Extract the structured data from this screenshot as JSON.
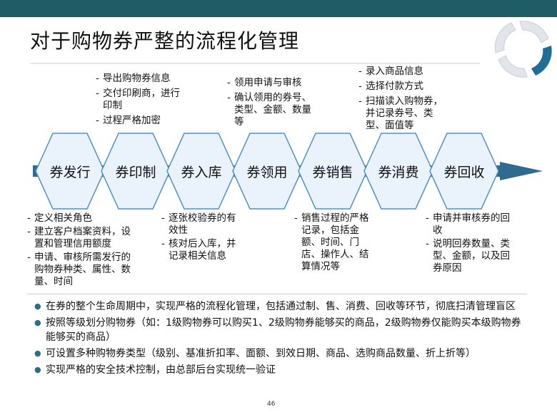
{
  "title": "对于购物券严整的流程化管理",
  "page_number": "46",
  "stages": [
    "券发行",
    "券印制",
    "券入库",
    "券领用",
    "券销售",
    "券消费",
    "券回收"
  ],
  "top_notes": {
    "printing": [
      "导出购物券信息",
      "交付印刷商，进行印制",
      "过程严格加密"
    ],
    "requisition": [
      "领用申请与审核",
      "确认领用的券号、类型、金额、数量等"
    ],
    "consumption": [
      "录入商品信息",
      "选择付款方式",
      "扫描读入购物券，并记录券号、类型、面值等"
    ]
  },
  "bottom_notes": {
    "issuance": [
      "定义相关角色",
      "建立客户档案资料，设置和管理信用额度",
      "申请、审核所需发行的购物券种类、属性、数量、时间"
    ],
    "storage": [
      "逐张校验券的有效性",
      "核对后入库，并记录相关信息"
    ],
    "sales": [
      "销售过程的严格记录，包括金额、时间、门店、操作人、结算情况等"
    ],
    "recovery": [
      "申请并审核券的回收",
      "说明回券数量、类型、金额，以及回券原因"
    ]
  },
  "bullets": [
    "在券的整个生命周期中，实现严格的流程化管理，包括通过制、售、消费、回收等环节，彻底扫清管理盲区",
    "按照等级划分购物券（如：1级购物券可以购买1、2级购物券能够买的商品，2级购物券仅能购买本级购物券能够买的商品）",
    "可设置多种购物券类型（级别、基准折扣率、面额、到效日期、商品、选购商品数量、折上折等）",
    "实现严格的安全技术控制，由总部后台实现统一验证"
  ],
  "colors": {
    "top_bar": "#1f5d66",
    "arrow_band": "#2f6b8f",
    "hexagon_fill": "#eaf2fb",
    "hexagon_stroke": "#4d8fd0",
    "bullet_dot": "#2c6f80"
  },
  "icons": {
    "cycle": "recycle-arrows-icon",
    "bullet": "bullet-dot-icon"
  }
}
